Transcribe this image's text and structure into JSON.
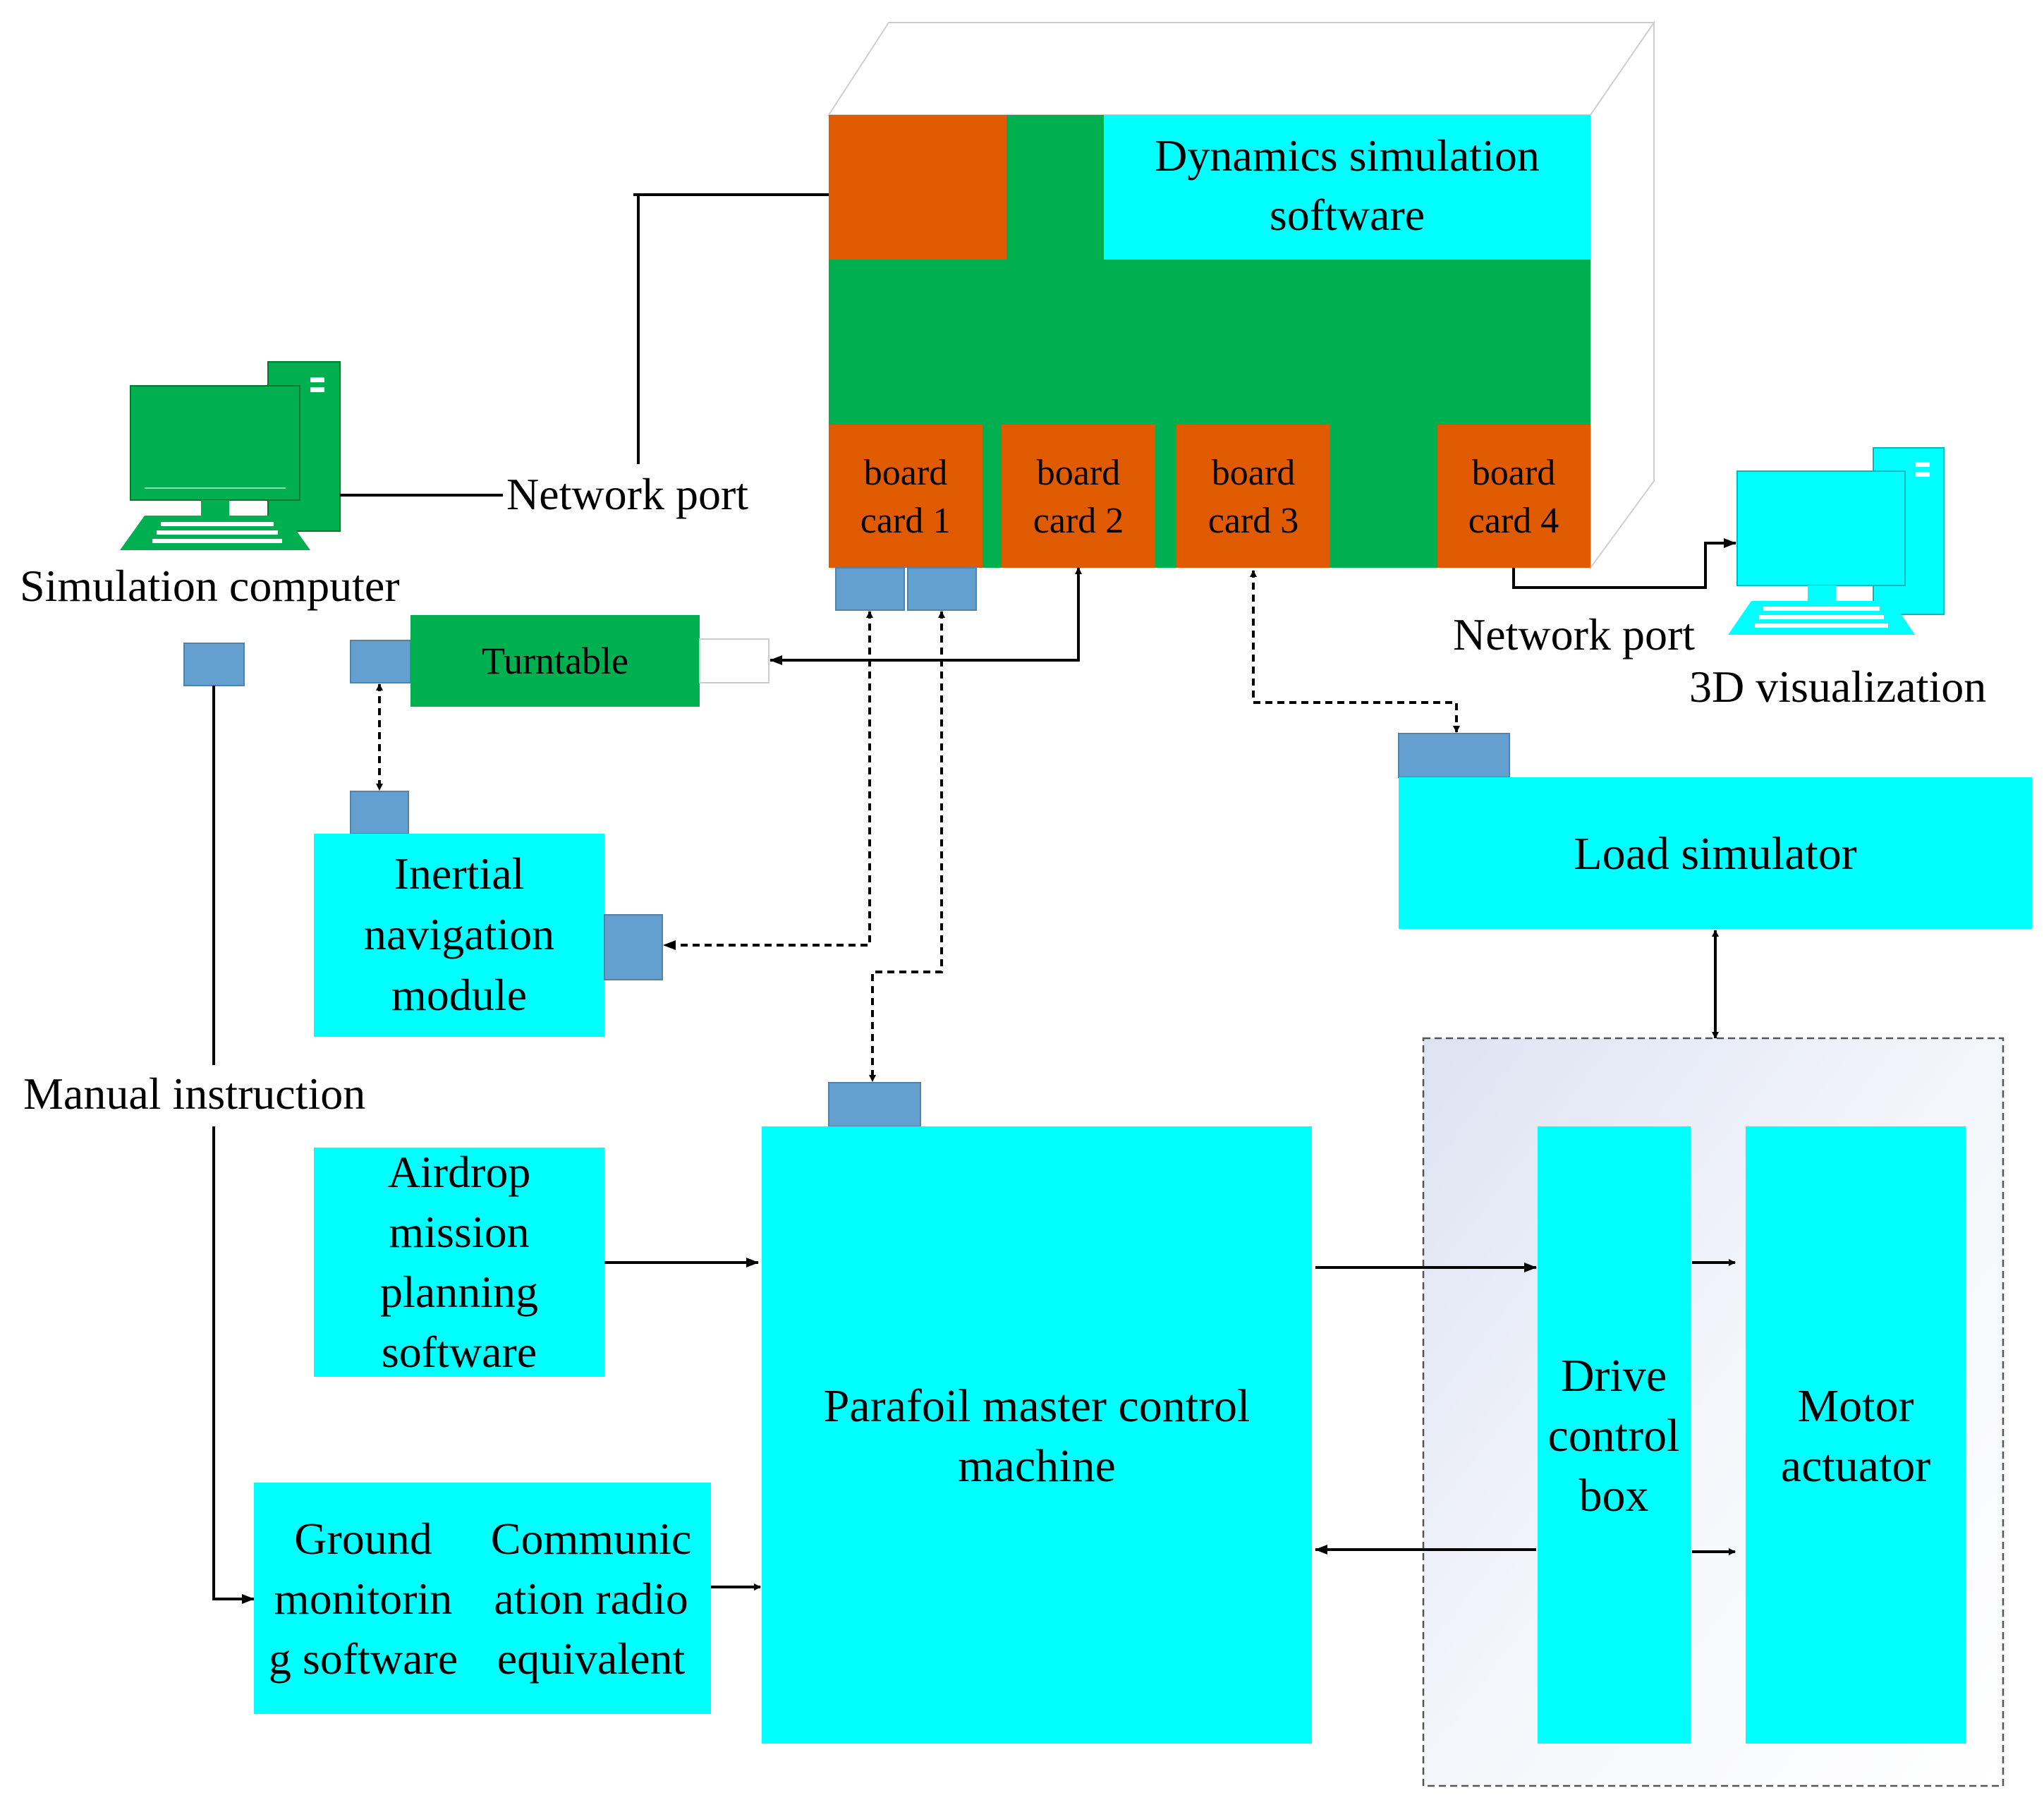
{
  "colors": {
    "cyan": "#00FFFF",
    "green": "#00B050",
    "orange": "#E05A00",
    "port": "#64A0CF",
    "line": "#000000"
  },
  "dynamics": {
    "title_line1": "Dynamics simulation",
    "title_line2": "software",
    "cards": [
      {
        "line1": "board",
        "line2": "card 1"
      },
      {
        "line1": "board",
        "line2": "card 2"
      },
      {
        "line1": "board",
        "line2": "card 3"
      },
      {
        "line1": "board",
        "line2": "card 4"
      }
    ]
  },
  "simulation_computer": {
    "label": "Simulation computer",
    "icon": "desktop-computer-icon"
  },
  "visualization_computer": {
    "label": "3D visualization",
    "icon": "desktop-computer-icon"
  },
  "network_port_left": "Network port",
  "network_port_right": "Network port",
  "turntable": "Turntable",
  "inertial": {
    "line1": "Inertial",
    "line2": "navigation",
    "line3": "module"
  },
  "load_simulator": "Load simulator",
  "manual_instruction": "Manual instruction",
  "airdrop": {
    "line1": "Airdrop",
    "line2": "mission",
    "line3": "planning",
    "line4": "software"
  },
  "ground": {
    "line1": "Ground",
    "line2": "monitorin",
    "line3": "g software"
  },
  "radio": {
    "line1": "Communic",
    "line2": "ation radio",
    "line3": "equivalent"
  },
  "master": {
    "line1": "Parafoil master control",
    "line2": "machine"
  },
  "drive": {
    "line1": "Drive",
    "line2": "control",
    "line3": "box"
  },
  "motor": {
    "line1": "Motor",
    "line2": "actuator"
  }
}
